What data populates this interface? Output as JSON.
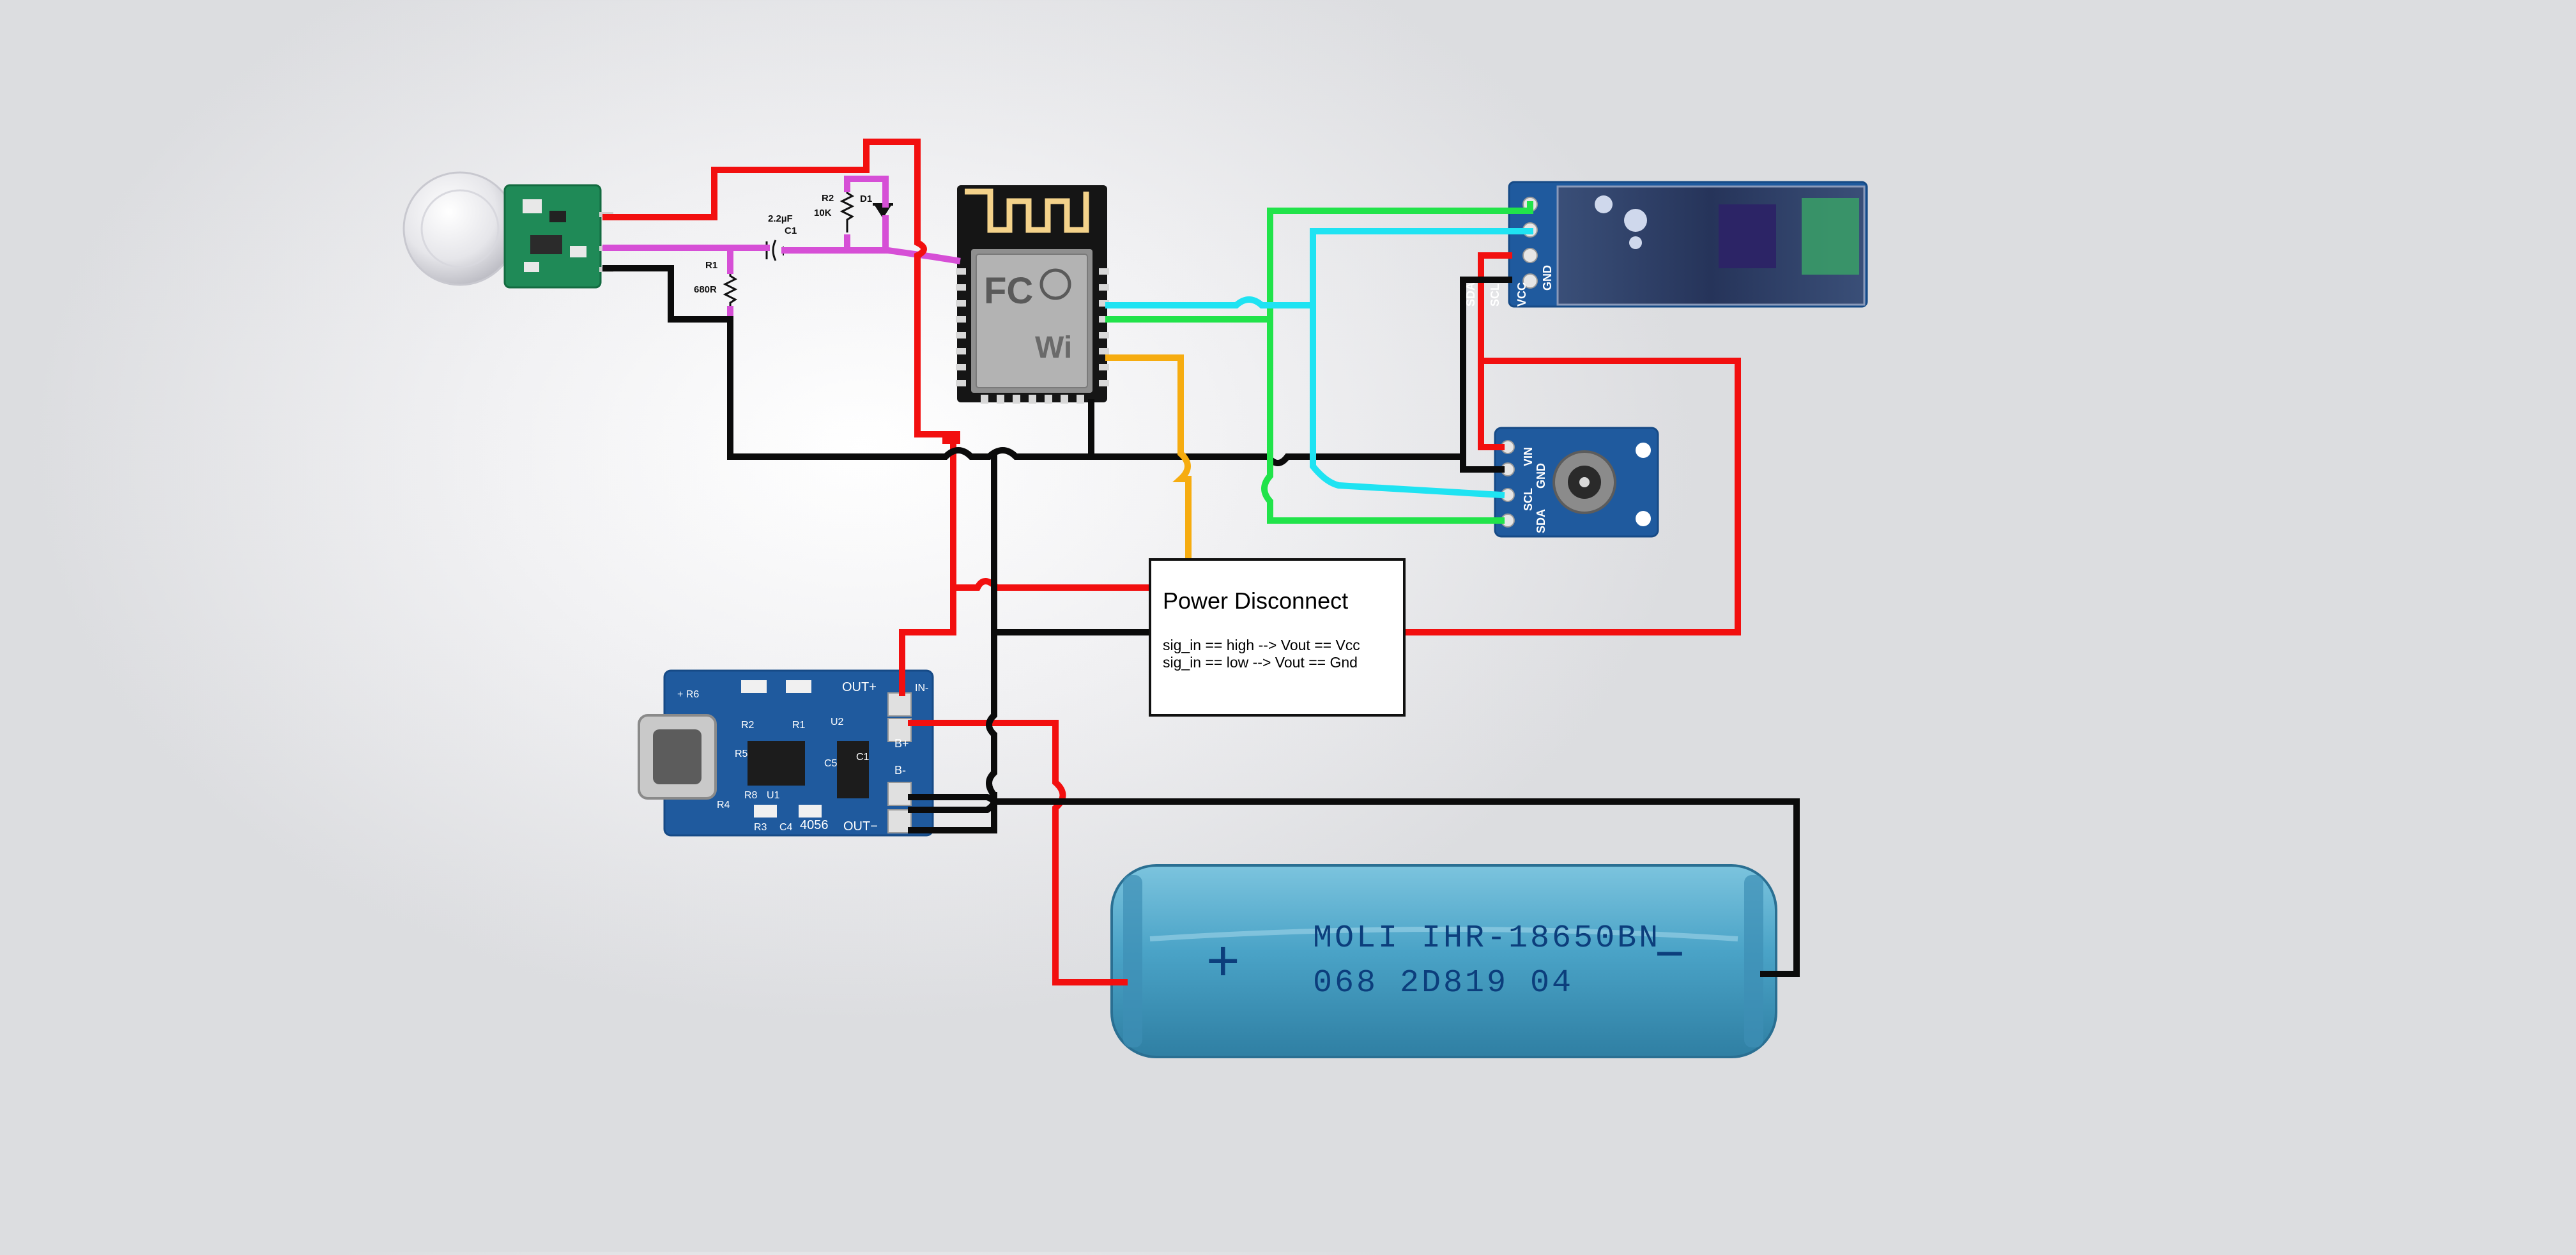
{
  "colors": {
    "red_wire": "#f20f0f",
    "black_wire": "#0b0b0b",
    "magenta_wire": "#d64fd6",
    "green_wire": "#21e34a",
    "cyan_wire": "#1fe3f2",
    "orange_wire": "#f6ac10",
    "pcb_blue": "#1f5a9e",
    "battery_blue": "#49a3c6"
  },
  "passives": {
    "r2_ref": "R2",
    "r2_value": "10K",
    "d1_ref": "D1",
    "c1_value": "2.2µF",
    "c1_ref": "C1",
    "r1_ref": "R1",
    "r1_value": "680R"
  },
  "power_disconnect": {
    "title": "Power Disconnect",
    "line1": "sig_in == high --> Vout == Vcc",
    "line2": "sig_in == low --> Vout == Gnd"
  },
  "oled_pins": [
    "GND",
    "VCC",
    "SCL",
    "SDA"
  ],
  "ir_sensor_pins": [
    "VIN",
    "GND",
    "SCL",
    "SDA"
  ],
  "charger": {
    "chip_label": "4056",
    "out_plus": "OUT+",
    "out_minus": "OUT−",
    "b_plus": "B+",
    "b_minus": "B-",
    "in_minus": "IN-",
    "refs": [
      "+ R6",
      "R2",
      "R1",
      "U2",
      "R5",
      "U1",
      "R4",
      "R3",
      "C4",
      "C5",
      "C1",
      "R8"
    ]
  },
  "battery": {
    "line1": "MOLI IHR-18650BN",
    "line2": "068  2D819   04",
    "plus": "+",
    "minus": "−"
  },
  "icons": {
    "pir_sensor": "pir-motion-sensor-icon",
    "esp_module": "wifi-module-icon",
    "oled": "oled-display-icon",
    "ir_sensor": "ir-temperature-sensor-icon",
    "charger": "usb-c-charger-board-icon",
    "battery": "lithium-cell-icon"
  }
}
